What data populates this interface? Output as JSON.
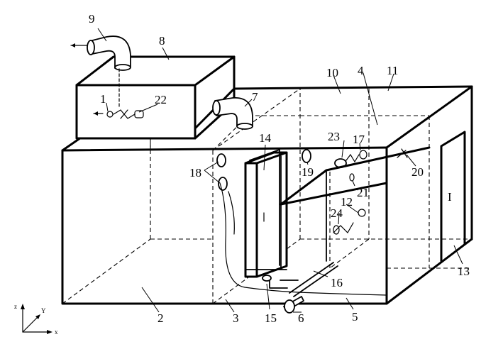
{
  "labels": {
    "l1": "1",
    "l2": "2",
    "l3": "3",
    "l4": "4",
    "l5": "5",
    "l6": "6",
    "l7": "7",
    "l8": "8",
    "l9": "9",
    "l10": "10",
    "l11": "11",
    "l12": "12",
    "l13": "13",
    "l14": "14",
    "l15": "15",
    "l16": "16",
    "l17": "17",
    "l18": "18",
    "l19": "19",
    "l20": "20",
    "l21": "21",
    "l22": "22",
    "l23": "23",
    "l24": "24"
  },
  "axes": {
    "z": "z",
    "y": "Y",
    "x": "x"
  },
  "door_mark": "I"
}
